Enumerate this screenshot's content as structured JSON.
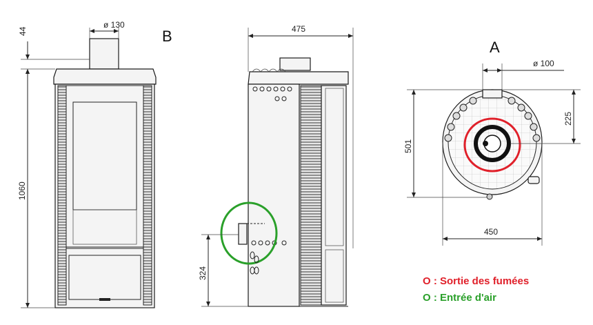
{
  "views": {
    "front": {
      "label": "B"
    },
    "side": {
      "label": ""
    },
    "top": {
      "label": "A"
    }
  },
  "dimensions": {
    "flue_diameter_front": "ø 130",
    "flue_height_above": "44",
    "total_height": "1060",
    "depth": "475",
    "air_inlet_height": "324",
    "top_outlet_diameter": "ø 100",
    "outlet_offset": "225",
    "top_depth": "501",
    "top_width": "450"
  },
  "legend": [
    {
      "text": "O : Sortie des fumées",
      "color": "#e0202a"
    },
    {
      "text": "O : Entrée d'air",
      "color": "#2aa02a"
    }
  ],
  "colors": {
    "line": "#222222",
    "smoke_outlet": "#e0202a",
    "air_inlet": "#2aa02a"
  }
}
